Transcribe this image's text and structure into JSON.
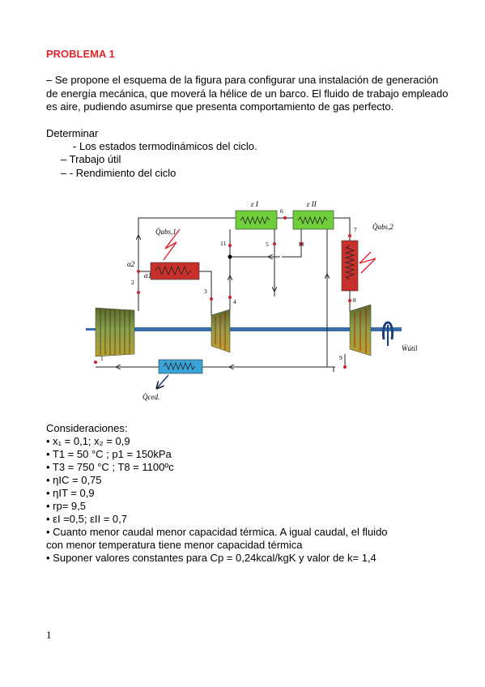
{
  "title": "PROBLEMA 1",
  "intro": "– Se propone el esquema de la figura para configurar una instalación de generación de energía mecánica, que moverá la hélice de un barco. El fluido de trabajo empleado es aire, pudiendo asumirse que presenta comportamiento de gas perfecto.",
  "determine_label": "Determinar",
  "determine_items": [
    "- Los estados termodinámicos del ciclo.",
    "–   Trabajo útil",
    "–    - Rendimiento del ciclo"
  ],
  "diagram": {
    "labels": {
      "q_abs1": "Q̇abs,1",
      "q_abs2": "Q̇abs,2",
      "q_ced": "Q̇ced.",
      "w_util": "Ẇútil",
      "eps1": "ε I",
      "eps2": "ε II",
      "alpha1": "α1",
      "alpha2": "α2"
    },
    "state_numbers": [
      "1",
      "2",
      "3",
      "4",
      "5",
      "6",
      "7",
      "8",
      "9",
      "10",
      "11"
    ]
  },
  "considerations_title": "Consideraciones:",
  "considerations": [
    " • x₁ = 0,1; x₂ = 0,9",
    "• T1 = 50 °C ; p1 = 150kPa",
    "• T3 = 750 °C ; T8 = 1100ºc",
    "• ηIC = 0,75",
    "• ηIT = 0,9",
    "• rp= 9,5",
    "• εI =0,5; εII = 0,7",
    " • Cuanto menor caudal menor capacidad térmica. A igual caudal, el fluido",
    "con menor temperatura tiene menor capacidad térmica",
    "• Suponer valores constantes para Cp = 0,24kcal/kgK  y valor de k= 1,4"
  ],
  "page_number": "1",
  "colors": {
    "title": "#e3262a",
    "heater": "#c8302b",
    "regenerator": "#6fcf3a",
    "cooler": "#3aa3d8",
    "shaft": "#3a6ea8"
  }
}
